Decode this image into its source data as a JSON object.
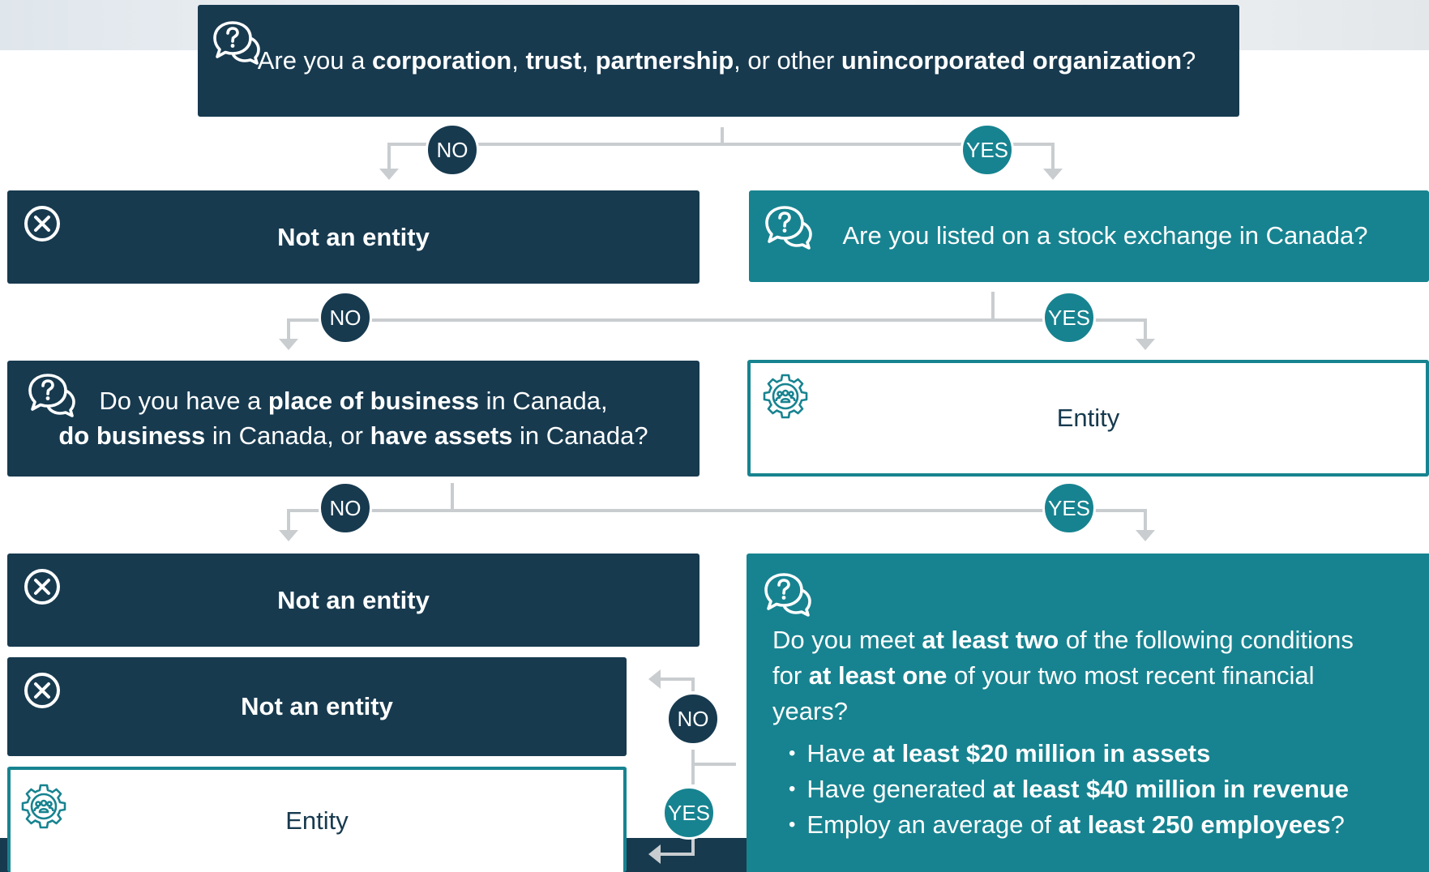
{
  "q1": {
    "parts": [
      "Are you a ",
      "corporation",
      ", ",
      "trust",
      ", ",
      "partnership",
      ", or other ",
      "unincorporated organization",
      "?"
    ]
  },
  "badges": {
    "no": "NO",
    "yes": "YES"
  },
  "q2": {
    "text": "Are you listed on a stock exchange in Canada?"
  },
  "not_entity": {
    "label": "Not an entity"
  },
  "entity": {
    "label": "Entity"
  },
  "q3": {
    "line1": [
      "Do you have a ",
      "place of business",
      " in Canada,"
    ],
    "line2": [
      "do business",
      " in Canada, or ",
      "have assets",
      " in Canada?"
    ]
  },
  "q4": {
    "intro": [
      "Do you meet ",
      "at least two",
      " of the following conditions for ",
      "at least one",
      " of your two most recent financial years?"
    ],
    "conditions": [
      [
        "Have ",
        "at least $20 million in assets",
        ""
      ],
      [
        "Have generated ",
        "at least $40 million in revenue",
        ""
      ],
      [
        "Employ an average of ",
        "at least 250 employees",
        "?"
      ]
    ]
  },
  "colors": {
    "dark": "#173a4f",
    "teal": "#178390",
    "connector": "#c9cdd0"
  },
  "icons": [
    "question-bubble-icon",
    "close-circle-icon",
    "gear-people-icon"
  ]
}
